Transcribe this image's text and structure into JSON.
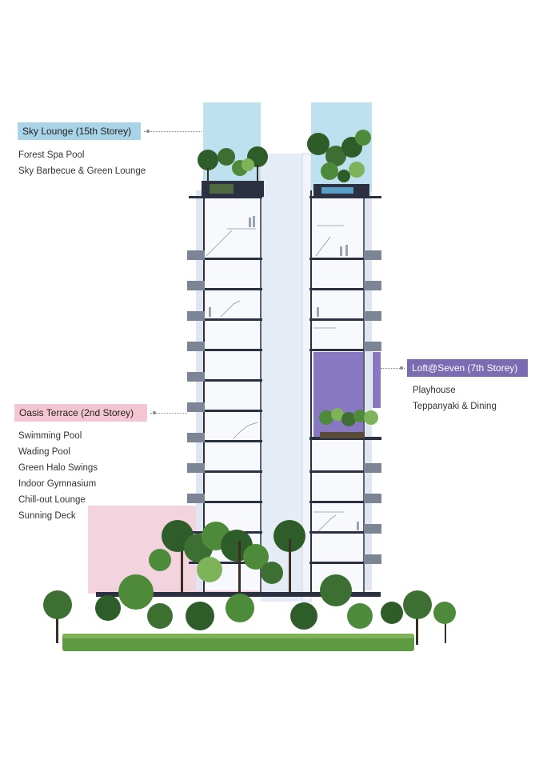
{
  "callouts": {
    "sky_lounge": {
      "title": "Sky Lounge (15th Storey)",
      "color": "#a9d3e6",
      "items": [
        "Forest Spa Pool",
        "Sky Barbecue & Green Lounge"
      ]
    },
    "loft_seven": {
      "title": "Loft@Seven (7th Storey)",
      "color": "#7b6bb3",
      "items": [
        "Playhouse",
        "Teppanyaki & Dining"
      ]
    },
    "oasis_terrace": {
      "title": "Oasis Terrace (2nd Storey)",
      "color": "#f4c6d3",
      "items": [
        "Swimming Pool",
        "Wading Pool",
        "Green Halo Swings",
        "Indoor Gymnasium",
        "Chill-out Lounge",
        "Sunning Deck"
      ]
    }
  },
  "colors": {
    "sky_zone": "#bfe0ee",
    "loft_zone": "#8878c2",
    "oasis_zone": "#f3d3dd",
    "core": "#e6ecf6",
    "structure": "#2b3140",
    "balcony": "#7b8595",
    "glass": "#f7f9fc",
    "tree_dark": "#2f5d2a",
    "tree_mid": "#4d8a3a",
    "tree_light": "#7fb35a",
    "hedge": "#5e9a43"
  }
}
